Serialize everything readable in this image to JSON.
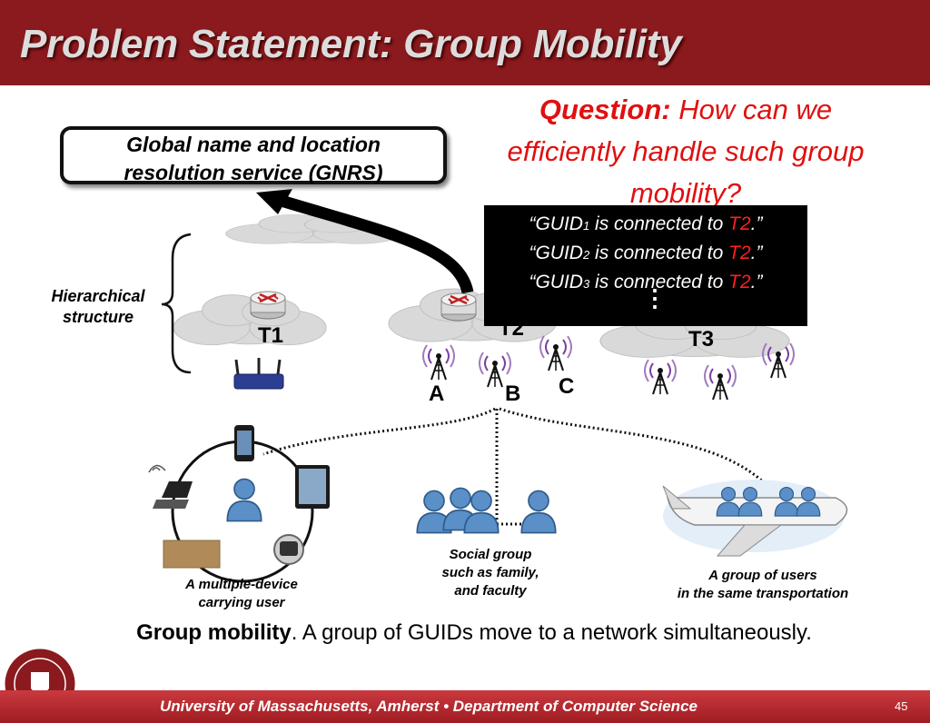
{
  "slide": {
    "title": "Problem Statement: Group Mobility",
    "question_label": "Question:",
    "question_text": "How can we efficiently handle such group mobility?",
    "gnrs_line1": "Global name and location",
    "gnrs_line2": "resolution service (GNRS)",
    "hierarchical_line1": "Hierarchical",
    "hierarchical_line2": "structure",
    "mappings": [
      {
        "open": "“GUID",
        "sub": "1",
        "mid": " is connected to ",
        "net": "T2",
        "close": ".”"
      },
      {
        "open": "“GUID",
        "sub": "2",
        "mid": " is connected to ",
        "net": "T2",
        "close": ".”"
      },
      {
        "open": "“GUID",
        "sub": "3",
        "mid": " is connected to ",
        "net": "T2",
        "close": ".”"
      }
    ],
    "ellipsis": "⋮",
    "network_labels": {
      "t1": "T1",
      "t2": "T2",
      "t3": "T3"
    },
    "node_labels": {
      "a": "A",
      "b": "B",
      "c": "C"
    },
    "captions": {
      "device_user_line1": "A multiple-device",
      "device_user_line2": "carrying user",
      "social_line1": "Social group",
      "social_line2": "such as family,",
      "social_line3": "and faculty",
      "transport_line1": "A group of users",
      "transport_line2": "in the same transportation"
    },
    "bottom_bold": "Group mobility",
    "bottom_rest": ". A group of GUIDs move to a network simultaneously.",
    "footer_text": "University of Massachusetts, Amherst • Department of Computer Science",
    "page_number": "45"
  },
  "colors": {
    "header_red": "#8b1a1e",
    "question_red": "#e01010",
    "person_blue": "#5b8fc7",
    "cloud_gray": "#d9d9d9"
  },
  "icons": [
    "router-icon",
    "antenna-icon",
    "wireless-router-icon",
    "phone-icon",
    "tablet-icon",
    "laptop-icon",
    "watch-icon",
    "person-icon",
    "airplane-icon",
    "university-seal-icon"
  ]
}
